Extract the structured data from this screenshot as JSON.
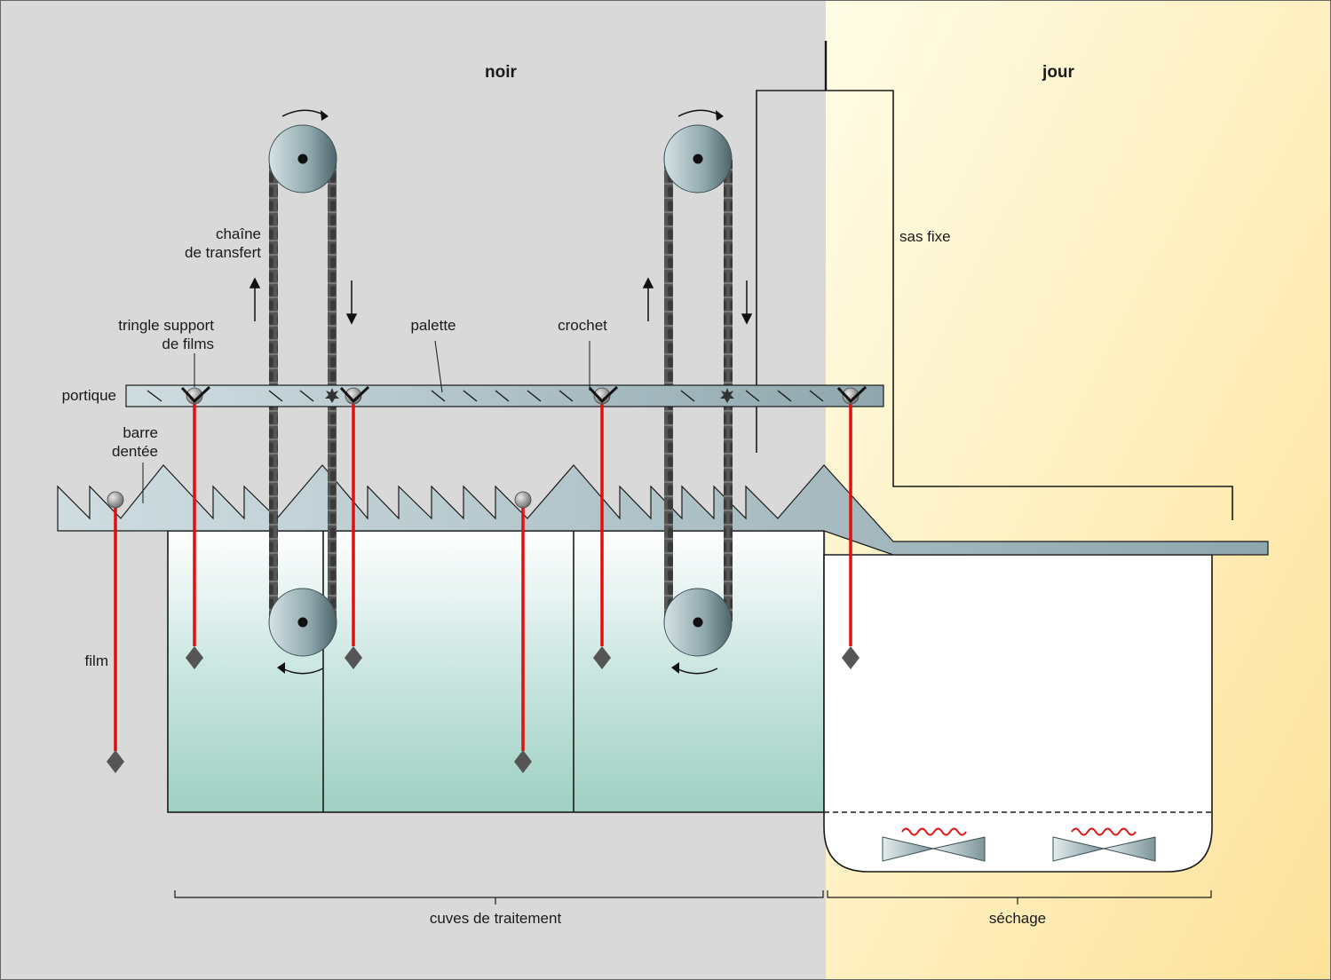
{
  "zones": {
    "dark": "noir",
    "light": "jour"
  },
  "labels": {
    "chain_line1": "chaîne",
    "chain_line2": "de transfert",
    "rod_line1": "tringle support",
    "rod_line2": "de films",
    "pallet": "palette",
    "hook": "crochet",
    "gantry": "portique",
    "bar_line1": "barre",
    "bar_line2": "dentée",
    "film": "film",
    "airlock": "sas fixe",
    "tanks": "cuves de traitement",
    "drying": "séchage"
  },
  "colors": {
    "dark_zone": "#d9d9d9",
    "light_zone_top": "#fefbdc",
    "light_zone_bottom": "#fde5a0",
    "film": "#e01010",
    "steel": "#9fb5bc",
    "tank_liquid_top": "#ffffff",
    "tank_liquid_bottom": "#9fd0c3",
    "heater": "#e01010"
  },
  "icons": [
    "pulley-icon",
    "rotation-arrow-icon",
    "chain-icon",
    "hook-icon",
    "film-weight-icon",
    "drying-fan-icon",
    "heater-coil-icon"
  ]
}
